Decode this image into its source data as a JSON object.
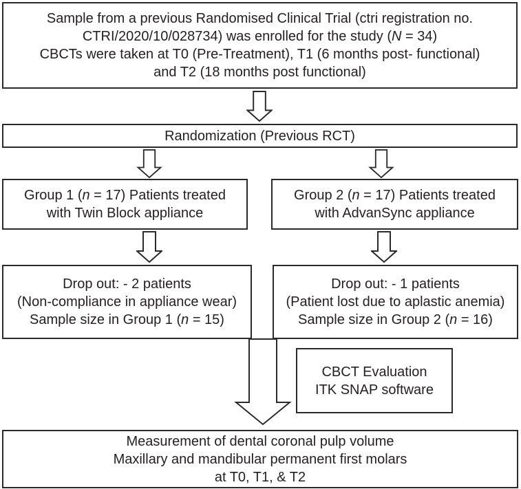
{
  "diagram": {
    "type": "flowchart",
    "colors": {
      "border": "#2b2a29",
      "text": "#231f20",
      "background": "#ffffff"
    },
    "icons": {
      "flow_arrow": "arrow-down-icon",
      "big_flow_arrow": "big-arrow-down-icon"
    },
    "boxes": {
      "sample": {
        "line1": "Sample from a previous Randomised Clinical Trial (ctri registration no.",
        "line2_pre": "CTRI/2020/10/028734) was enrolled for the study (",
        "line2_var": "N",
        "line2_post": " = 34)",
        "line3": "CBCTs were taken at T0 (Pre-Treatment), T1 (6 months post- functional)",
        "line4": "and T2 (18 months post functional)"
      },
      "randomization": {
        "line1": "Randomization (Previous RCT)"
      },
      "group1": {
        "line1_pre": "Group 1 (",
        "line1_var": "n",
        "line1_post": " = 17) Patients treated",
        "line2": "with Twin Block appliance"
      },
      "group2": {
        "line1_pre": "Group 2 (",
        "line1_var": "n",
        "line1_post": " = 17) Patients treated",
        "line2": "with AdvanSync appliance"
      },
      "dropout1": {
        "line1": "Drop out: - 2 patients",
        "line2": "(Non-compliance in appliance wear)",
        "line3_pre": "Sample size in Group 1 (",
        "line3_var": "n",
        "line3_post": " = 15)"
      },
      "dropout2": {
        "line1": "Drop out: - 1 patients",
        "line2": "(Patient lost due to aplastic anemia)",
        "line3_pre": "Sample size in Group 2 (",
        "line3_var": "n",
        "line3_post": " = 16)"
      },
      "cbct": {
        "line1": "CBCT Evaluation",
        "line2": "ITK SNAP software"
      },
      "measurement": {
        "line1": "Measurement of dental coronal pulp volume",
        "line2": "Maxillary and mandibular permanent first molars",
        "line3": "at T0, T1, & T2"
      }
    }
  }
}
